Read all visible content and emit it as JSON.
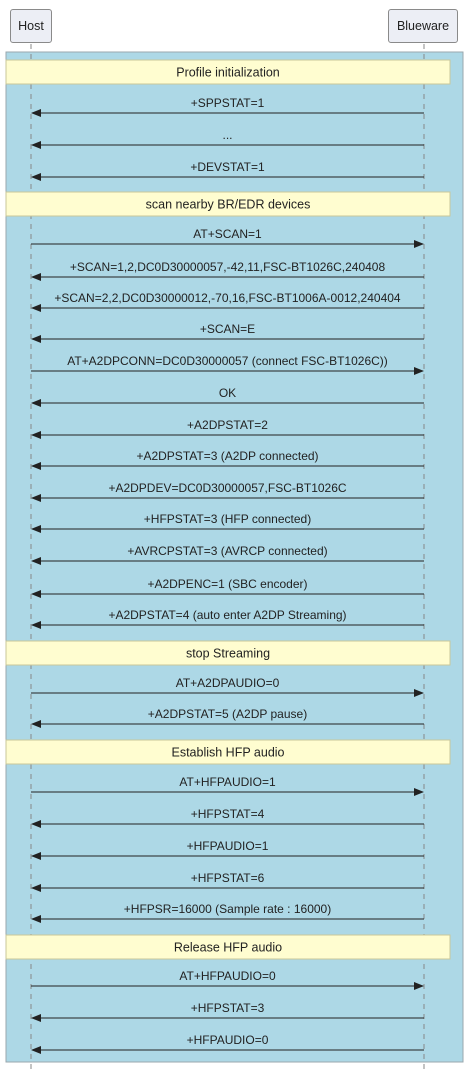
{
  "participants": {
    "host": "Host",
    "blueware": "Blueware"
  },
  "colors": {
    "background": "#add8e6",
    "section": "#fffdd0",
    "line": "#222222",
    "lifeline": "#888888"
  },
  "rows": [
    {
      "kind": "section",
      "text": "Profile initialization"
    },
    {
      "kind": "msg",
      "dir": "left",
      "text": "+SPPSTAT=1"
    },
    {
      "kind": "msg",
      "dir": "left",
      "text": "..."
    },
    {
      "kind": "msg",
      "dir": "left",
      "text": "+DEVSTAT=1"
    },
    {
      "kind": "section",
      "text": "scan nearby BR/EDR devices"
    },
    {
      "kind": "msg",
      "dir": "right",
      "text": "AT+SCAN=1"
    },
    {
      "kind": "msg",
      "dir": "left",
      "text": "+SCAN=1,2,DC0D30000057,-42,11,FSC-BT1026C,240408"
    },
    {
      "kind": "msg",
      "dir": "left",
      "text": "+SCAN=2,2,DC0D30000012,-70,16,FSC-BT1006A-0012,240404"
    },
    {
      "kind": "msg",
      "dir": "left",
      "text": "+SCAN=E"
    },
    {
      "kind": "msg",
      "dir": "right",
      "text": "AT+A2DPCONN=DC0D30000057 (connect FSC-BT1026C))"
    },
    {
      "kind": "msg",
      "dir": "left",
      "text": "OK"
    },
    {
      "kind": "msg",
      "dir": "left",
      "text": "+A2DPSTAT=2"
    },
    {
      "kind": "msg",
      "dir": "left",
      "text": "+A2DPSTAT=3 (A2DP connected)"
    },
    {
      "kind": "msg",
      "dir": "left",
      "text": "+A2DPDEV=DC0D30000057,FSC-BT1026C"
    },
    {
      "kind": "msg",
      "dir": "left",
      "text": "+HFPSTAT=3 (HFP connected)"
    },
    {
      "kind": "msg",
      "dir": "left",
      "text": "+AVRCPSTAT=3 (AVRCP connected)"
    },
    {
      "kind": "msg",
      "dir": "left",
      "text": "+A2DPENC=1 (SBC encoder)"
    },
    {
      "kind": "msg",
      "dir": "left",
      "text": "+A2DPSTAT=4 (auto enter A2DP Streaming)"
    },
    {
      "kind": "section",
      "text": "stop Streaming"
    },
    {
      "kind": "msg",
      "dir": "right",
      "text": "AT+A2DPAUDIO=0"
    },
    {
      "kind": "msg",
      "dir": "left",
      "text": "+A2DPSTAT=5 (A2DP pause)"
    },
    {
      "kind": "section",
      "text": "Establish HFP audio"
    },
    {
      "kind": "msg",
      "dir": "right",
      "text": "AT+HFPAUDIO=1"
    },
    {
      "kind": "msg",
      "dir": "left",
      "text": "+HFPSTAT=4"
    },
    {
      "kind": "msg",
      "dir": "left",
      "text": "+HFPAUDIO=1"
    },
    {
      "kind": "msg",
      "dir": "left",
      "text": "+HFPSTAT=6"
    },
    {
      "kind": "msg",
      "dir": "left",
      "text": "+HFPSR=16000 (Sample rate : 16000)"
    },
    {
      "kind": "section",
      "text": "Release HFP audio"
    },
    {
      "kind": "msg",
      "dir": "right",
      "text": "AT+HFPAUDIO=0"
    },
    {
      "kind": "msg",
      "dir": "left",
      "text": "+HFPSTAT=3"
    },
    {
      "kind": "msg",
      "dir": "left",
      "text": "+HFPAUDIO=0"
    }
  ]
}
